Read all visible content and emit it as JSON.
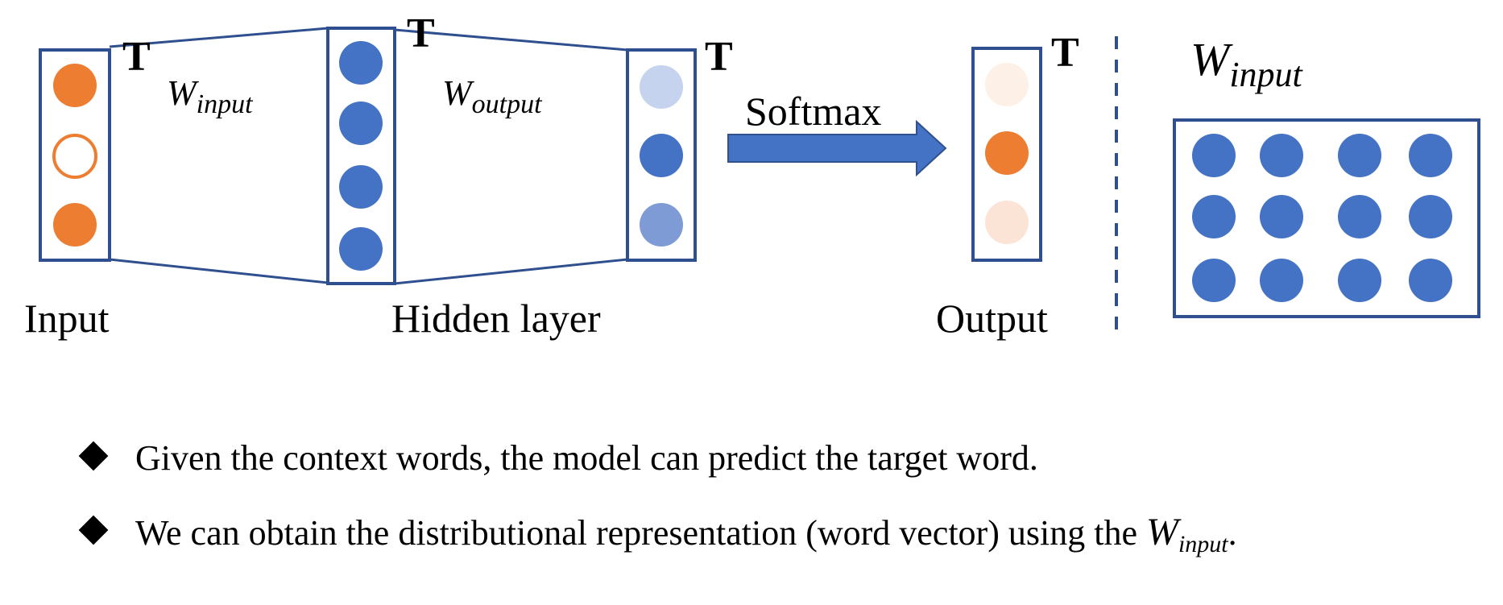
{
  "diagram": {
    "transpose_mark": "T",
    "weight_symbol": "W",
    "input_subscript": "input",
    "output_subscript": "output",
    "labels": {
      "input": "Input",
      "hidden": "Hidden layer",
      "output": "Output",
      "softmax": "Softmax"
    },
    "colors": {
      "border": "#2F4F8F",
      "blue": "#4472C4",
      "blue_light": "#C5D3EE",
      "blue_mid": "#7E9BD6",
      "orange": "#ED7D31",
      "orange_pale": "#FDF1E7",
      "orange_light": "#FBE4D5",
      "arrow_fill": "#4472C4",
      "arrow_stroke": "#2F528F"
    }
  },
  "bullets": [
    {
      "text": "Given the context words, the model can predict the target word.",
      "suffix_main": "",
      "suffix_sub": "",
      "suffix_end": ""
    },
    {
      "text": "We can obtain the distributional representation (word vector) using the ",
      "suffix_main": "W",
      "suffix_sub": "input",
      "suffix_end": "."
    }
  ]
}
